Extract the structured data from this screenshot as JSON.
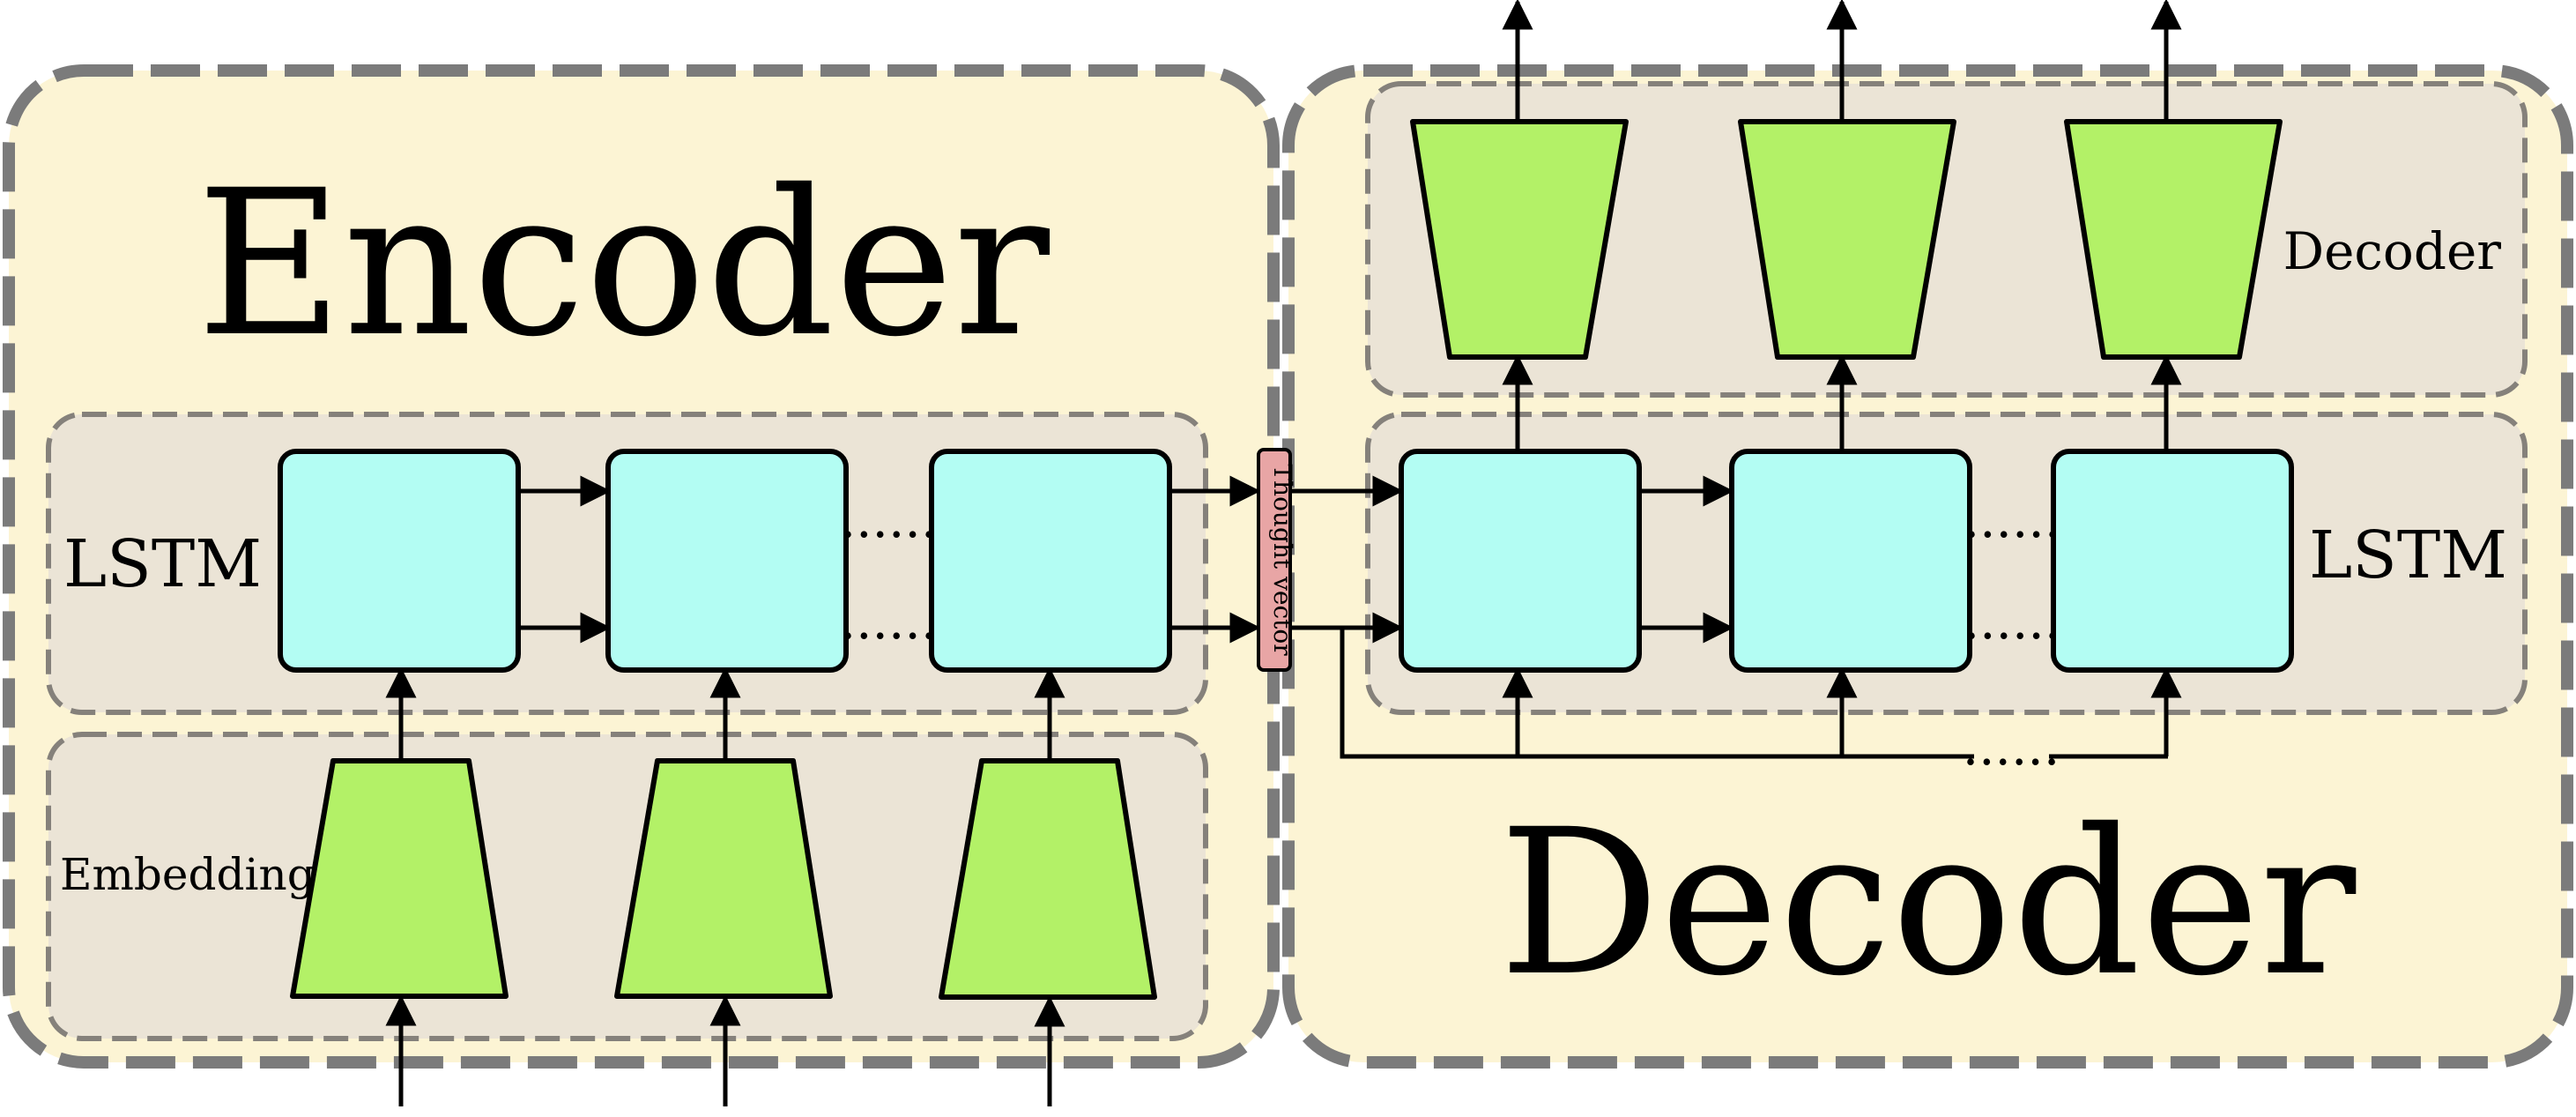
{
  "encoder": {
    "title": "Encoder",
    "lstm_label": "LSTM",
    "embedding_label": "Embedding"
  },
  "bridge": {
    "thought_vector_label": "Thought vector"
  },
  "decoder": {
    "title": "Decoder",
    "lstm_label": "LSTM",
    "output_layer_label": "Decoder"
  },
  "ellipsis": "......",
  "colors": {
    "panel_fill": "#fcf4d4",
    "panel_border": "#7b7b7b",
    "group_fill": "#ebe4d6",
    "group_border": "#85817b",
    "lstm_cell": "#b3fdf3",
    "trapezoid": "#b3f167",
    "thought_vector": "#e8a5a5"
  },
  "icons": [
    "arrow-icon"
  ]
}
